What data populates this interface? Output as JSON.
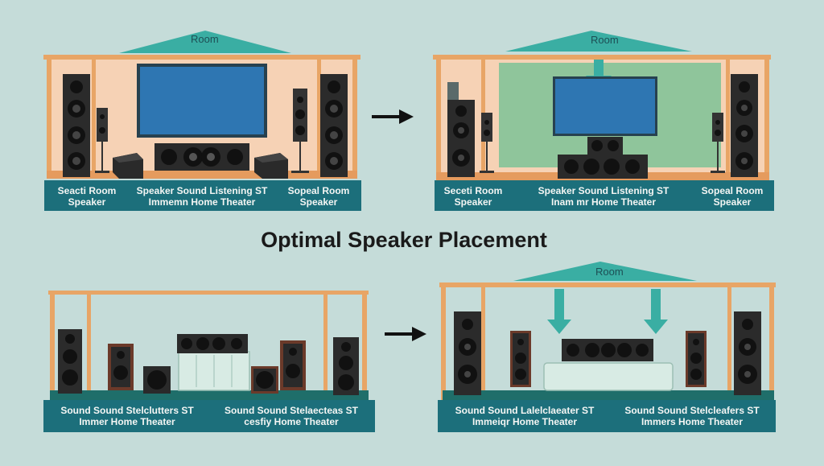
{
  "title": "Optimal Speaker Placement",
  "panels": {
    "top_left": {
      "roof_label": "Room",
      "cap_left": "Seacti Room\nSpeaker",
      "cap_center": "Speaker Sound Listening ST\nImmemn Home Theater",
      "cap_right": "Sopeal Room\nSpeaker"
    },
    "top_right": {
      "roof_label": "Room",
      "cap_left": "Seceti Room\nSpeaker",
      "cap_center": "Speaker Sound Listening ST\nInam mr Home Theater",
      "cap_right": "Sopeal Room\nSpeaker"
    },
    "bottom_left": {
      "cap_left": "Sound Sound Stelclutters ST\nImmer Home Theater",
      "cap_right": "Sound Sound Stelaecteas ST\ncesfiy Home Theater"
    },
    "bottom_right": {
      "roof_label": "Room",
      "cap_left": "Sound Sound Lalelclaeater ST\nImmeiqr Home Theater",
      "cap_right": "Sound Sound Stelcleafers ST\nImmers Home Theater"
    }
  },
  "colors": {
    "background": "#c5dcd9",
    "caption_bar": "#1c6f7b",
    "roof": "#3aaea3",
    "wall_peach": "#f6d2b5",
    "wall_green": "#8fc59b",
    "frame": "#e8a566",
    "screen": "#2e76b2",
    "floor": "#1f6e6a"
  }
}
